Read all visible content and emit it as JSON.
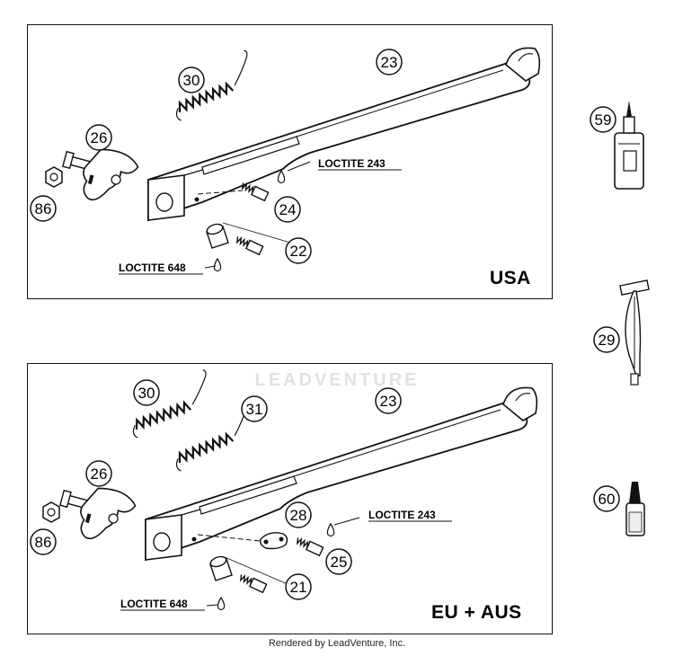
{
  "panels": {
    "usa": {
      "region": "USA",
      "callouts": [
        "23",
        "30",
        "26",
        "86",
        "24",
        "22"
      ],
      "loctite": [
        "LOCTITE 243",
        "LOCTITE 648"
      ]
    },
    "eu": {
      "region": "EU + AUS",
      "callouts": [
        "23",
        "30",
        "31",
        "26",
        "86",
        "28",
        "25",
        "21"
      ],
      "loctite": [
        "LOCTITE 243",
        "LOCTITE 648"
      ]
    }
  },
  "side_parts": [
    {
      "number": "59",
      "icon": "loctite-bottle-icon"
    },
    {
      "number": "29",
      "icon": "t-handle-tool-icon"
    },
    {
      "number": "60",
      "icon": "small-bottle-icon"
    }
  ],
  "watermark": "LEADVENTURE",
  "footer": "Rendered by LeadVenture, Inc."
}
